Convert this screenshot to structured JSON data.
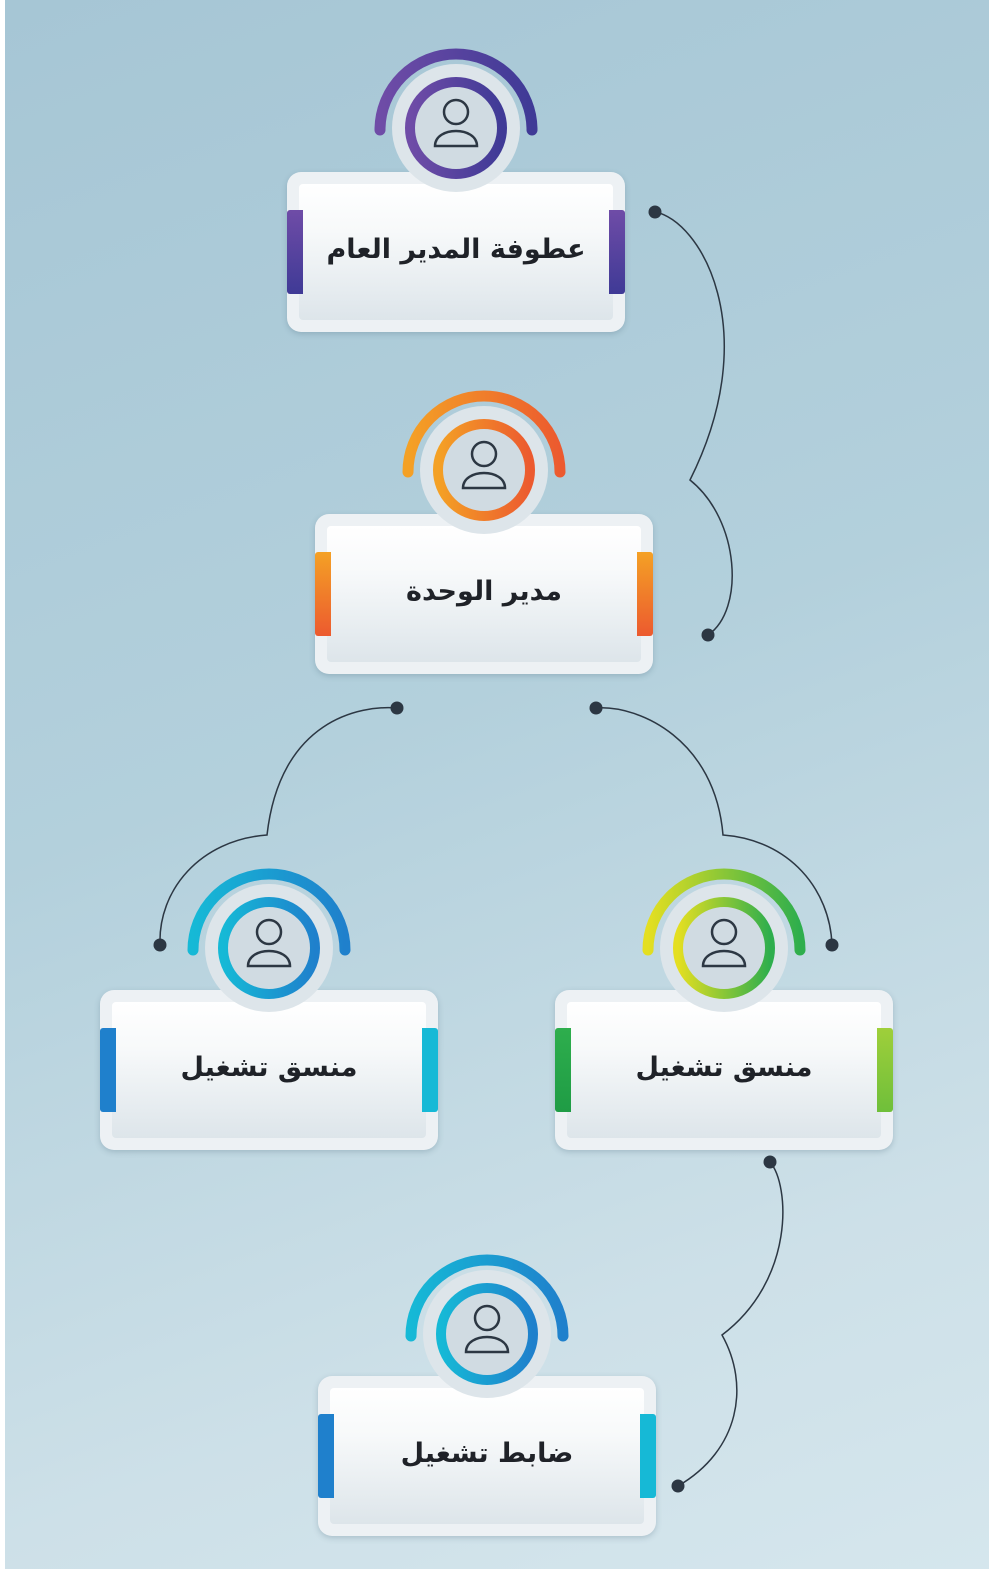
{
  "nodes": [
    {
      "id": "general-manager",
      "title": "عطوفة المدير العام",
      "colors": {
        "start": "#6f4ca7",
        "end": "#3f3a96"
      }
    },
    {
      "id": "unit-manager",
      "title": "مدير الوحدة",
      "colors": {
        "start": "#f4a125",
        "end": "#ec5a2f"
      }
    },
    {
      "id": "coordinator-left",
      "title": "منسق تشغيل",
      "colors": {
        "start": "#16b9d6",
        "end": "#1f80cc"
      }
    },
    {
      "id": "coordinator-right",
      "title": "منسق تشغيل",
      "colors": {
        "start": "#e4df21",
        "end": "#2eae4d"
      }
    },
    {
      "id": "operations-officer",
      "title": "ضابط تشغيل",
      "colors": {
        "start": "#16b9d6",
        "end": "#1f80cc"
      }
    }
  ],
  "icons": {
    "avatar": "user-icon"
  },
  "connector_color": "#2c3743"
}
